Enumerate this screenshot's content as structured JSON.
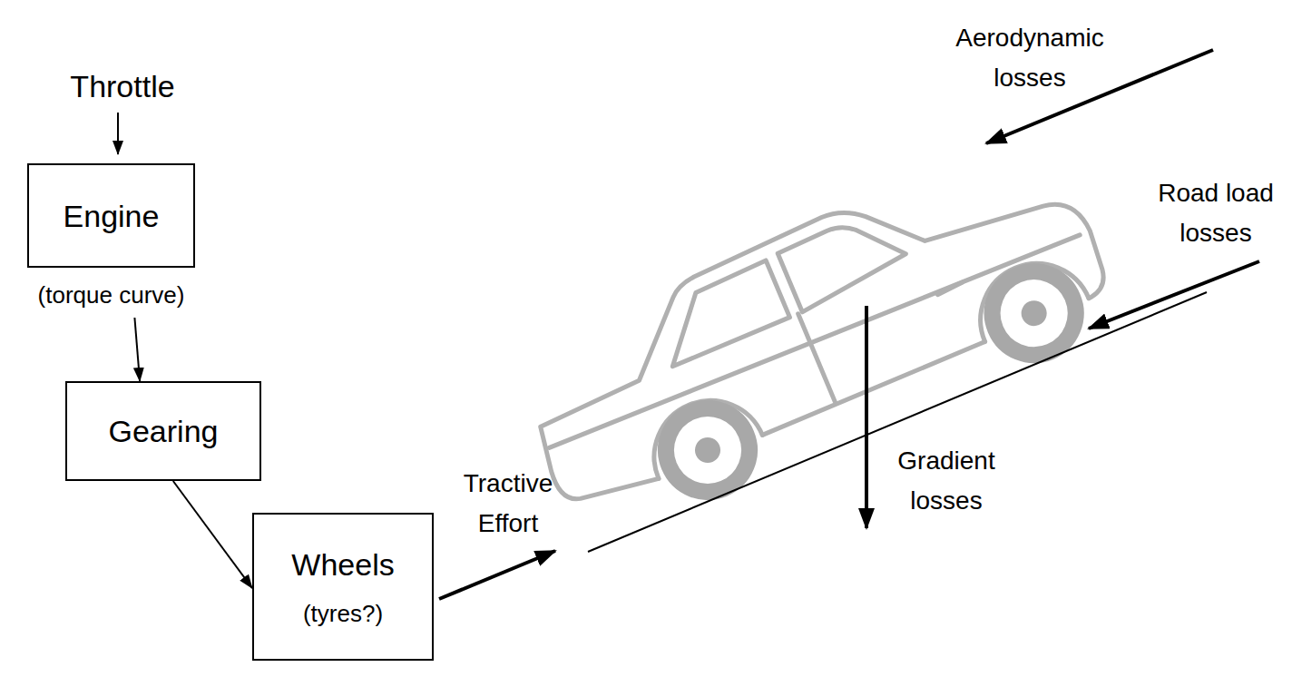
{
  "diagram": {
    "nodes": [
      {
        "text": [
          "Engine",
          "(torque curve)"
        ]
      },
      {
        "text": [
          "Gearing"
        ]
      },
      {
        "text": [
          "Wheels",
          "(tyres?)"
        ]
      }
    ],
    "edges": [
      {
        "from": 0,
        "to": 1,
        "arrow": "to"
      },
      {
        "from": 1,
        "to": 2,
        "arrow": "to"
      }
    ],
    "labels": [
      "Throttle",
      "Tractive Effort",
      "Aerodynamic losses",
      "Road load losses",
      "Gradient losses"
    ]
  }
}
